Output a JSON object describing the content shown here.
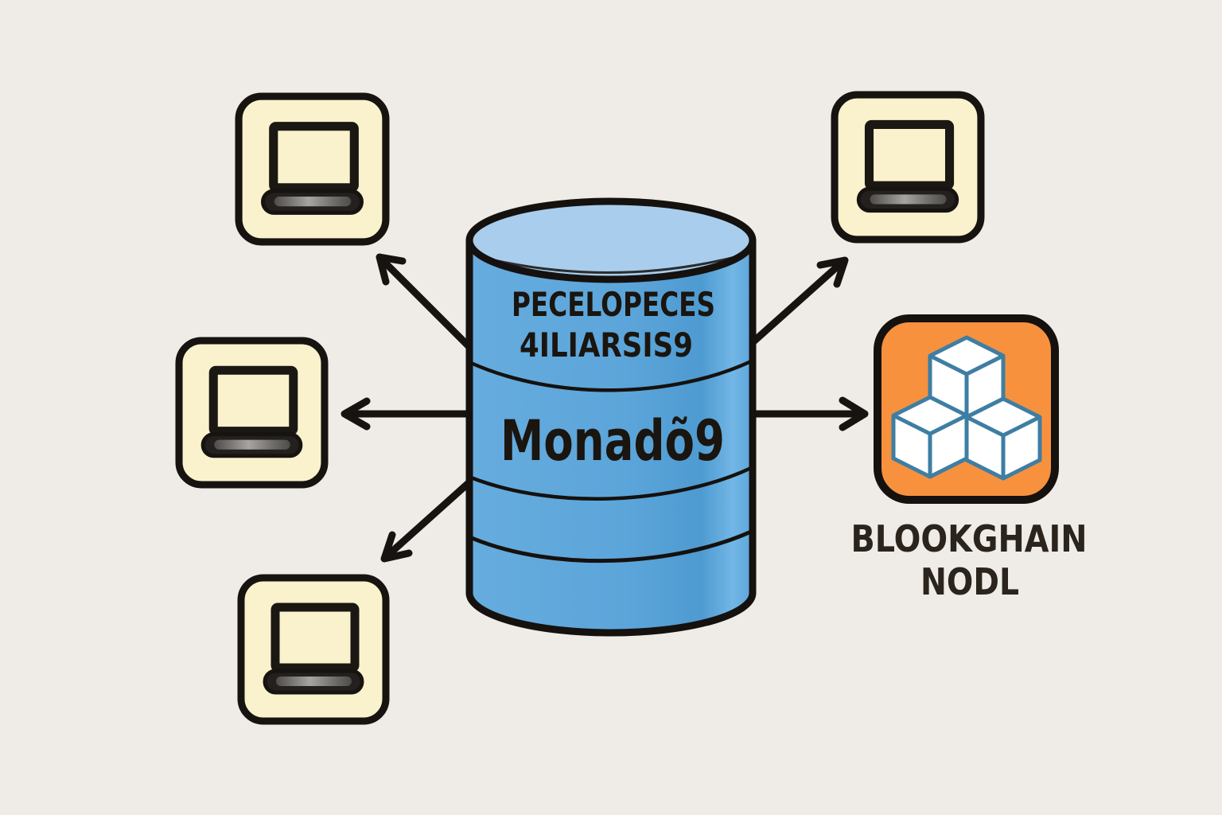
{
  "canvas": {
    "background_color": "#EFECE8"
  },
  "database": {
    "line1": "PECELOPECES",
    "line2": "4ILIARSIS9",
    "title": "Monadõ9",
    "colors": {
      "body": "#5CA5DA",
      "body_shade": "#4E9BD1",
      "body_highlight": "#72B6E6",
      "top": "#A9CDEC",
      "outline": "#15110E",
      "text": "#1A150F"
    }
  },
  "blockchain": {
    "label_line1": "BLOOKGHAIN",
    "label_line2": "NODL",
    "colors": {
      "box": "#F7913E",
      "box_outline": "#15110E",
      "cube_stroke": "#3E7EA3",
      "cube_fill": "#FFFFFF",
      "label": "#2A241D"
    }
  },
  "clients": {
    "count": 4,
    "icon": "laptop-icon",
    "colors": {
      "box": "#FAF2CD",
      "outline": "#171310",
      "base_bar": "#23201D",
      "base_bar_highlight": "#A7A5A2"
    }
  },
  "arrows": {
    "count": 5,
    "color": "#171310"
  }
}
